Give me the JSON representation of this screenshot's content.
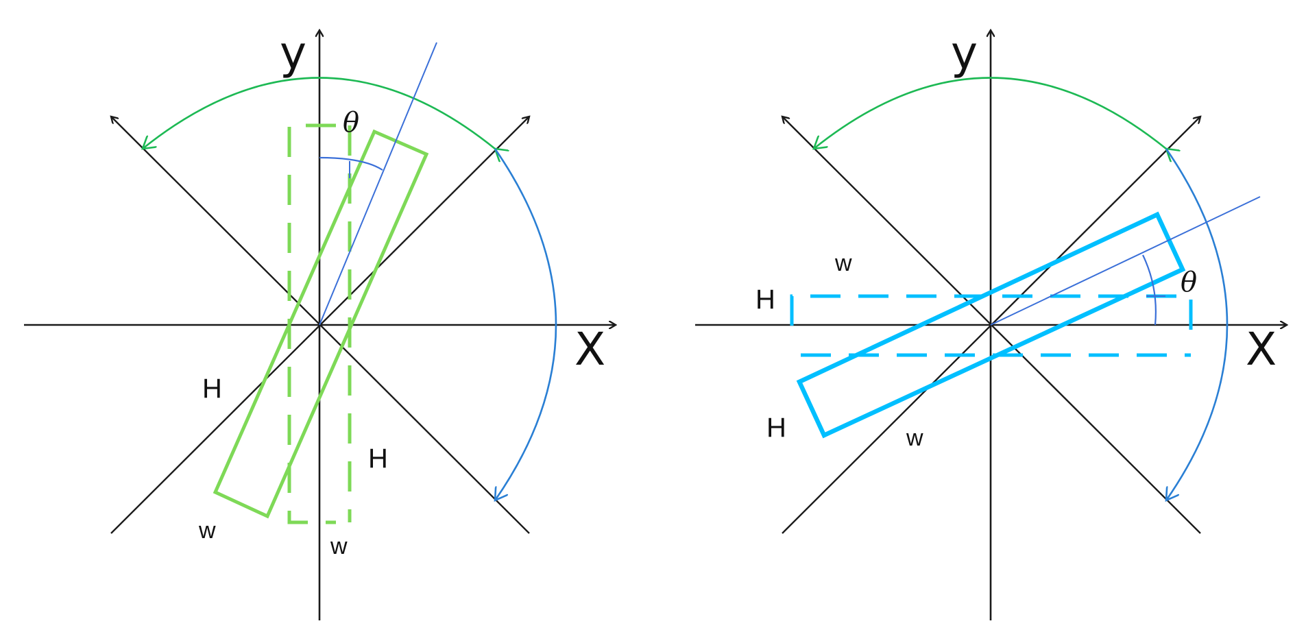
{
  "panels": [
    {
      "y_axis_label": "y",
      "x_axis_label": "X",
      "angle_label": "θ",
      "rotated_h_label": "H",
      "rotated_w_label": "w",
      "upright_h_label": "H",
      "upright_w_label": "w",
      "box_color": "#7ed957",
      "sweep_color_top": "#1db954",
      "sweep_color_side": "#2a7fd4"
    },
    {
      "y_axis_label": "y",
      "x_axis_label": "X",
      "angle_label": "θ",
      "rotated_h_label": "H",
      "rotated_w_label": "w",
      "upright_h_label": "H",
      "upright_w_label": "w",
      "box_color": "#00bfff",
      "sweep_color_top": "#1db954",
      "sweep_color_side": "#2a7fd4"
    }
  ]
}
